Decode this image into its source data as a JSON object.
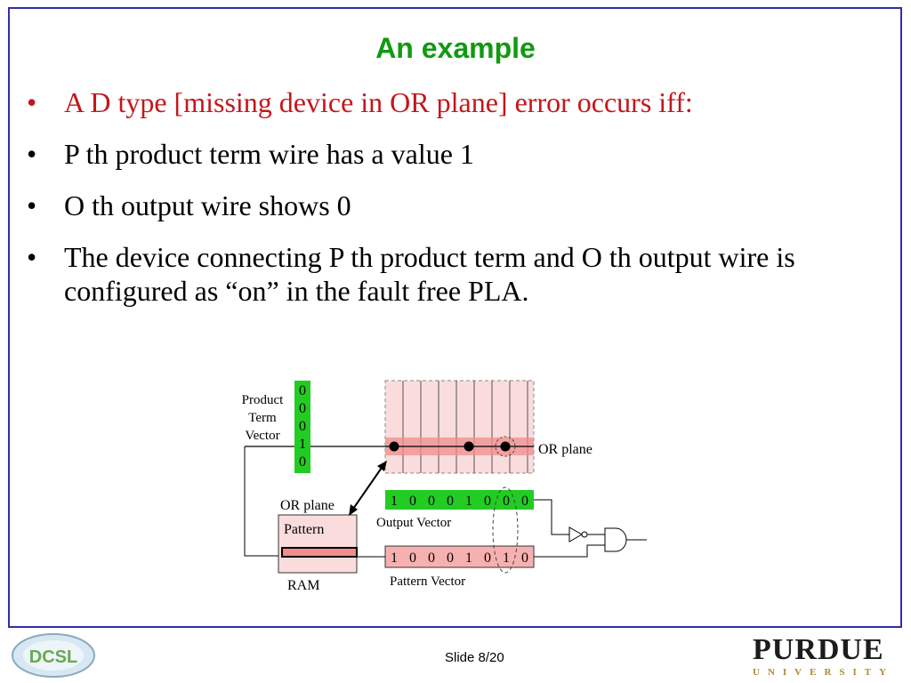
{
  "slide": {
    "title": "An example",
    "bullets": [
      {
        "text": "A D type [missing device in OR plane] error occurs iff:",
        "color": "#c4161c"
      },
      {
        "text": "P th product term wire has a value 1"
      },
      {
        "text": "O th output wire shows 0"
      },
      {
        "text": "The device connecting P th product term and O th output wire is configured as “on” in the fault free PLA."
      }
    ],
    "bullet_glyph": "•",
    "footer": "Slide 8/20"
  },
  "diagram": {
    "product_term_label": [
      "Product",
      "Term",
      "Vector"
    ],
    "product_term_values": [
      "0",
      "0",
      "0",
      "1",
      "0"
    ],
    "or_plane_label": "OR  plane",
    "ram_top_label": "OR  plane",
    "ram_pattern_label": "Pattern",
    "ram_label": "RAM",
    "output_vector_values": [
      "1",
      "0",
      "0",
      "0",
      "1",
      "0",
      "0",
      "0"
    ],
    "output_vector_label": "Output  Vector",
    "pattern_vector_values": [
      "1",
      "0",
      "0",
      "0",
      "1",
      "0",
      "1",
      "0"
    ],
    "pattern_vector_label": "Pattern  Vector",
    "colors": {
      "green": "#22cc22",
      "pink": "#f7b0b0",
      "pink_light": "#fbdcdc",
      "pink_band": "#f08c8c"
    }
  },
  "logos": {
    "left": "DCSL",
    "right_main": "PURDUE",
    "right_sub": "UNIVERSITY"
  }
}
